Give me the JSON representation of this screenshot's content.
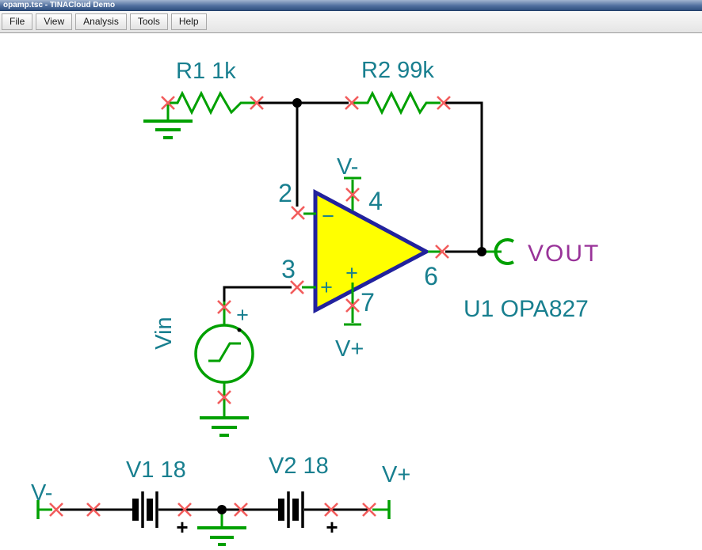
{
  "window": {
    "title": "opamp.tsc - TINACloud Demo"
  },
  "menu": {
    "items": [
      "File",
      "View",
      "Analysis",
      "Tools",
      "Help"
    ]
  },
  "colors": {
    "label_teal": "#187f8f",
    "wire_green": "#00a000",
    "terminal_red": "#f25c5c",
    "vout_purple": "#993399",
    "opamp_fill": "#ffff00",
    "opamp_border": "#22229d",
    "wire_black": "#000000",
    "titlebar_blue": "#30507f"
  },
  "schematic": {
    "r1": {
      "label": "R1 1k"
    },
    "r2": {
      "label": "R2 99k"
    },
    "opamp": {
      "ref": "U1 OPA827",
      "pin_inverting": "2",
      "pin_noninverting": "3",
      "pin_vminus": "4",
      "pin_output": "6",
      "pin_vplus": "7",
      "inverting_sign": "−",
      "noninverting_sign": "+",
      "supply_plus_sign": "+",
      "vminus_label": "V-",
      "vplus_label": "V+"
    },
    "vin": {
      "label": "Vin",
      "polarity_sign": "+"
    },
    "vout": {
      "label": "VOUT"
    },
    "v1": {
      "label": "V1 18",
      "polarity_sign": "+"
    },
    "v2": {
      "label": "V2 18",
      "polarity_sign": "+"
    },
    "rails": {
      "left_label": "V-",
      "right_label": "V+"
    }
  }
}
